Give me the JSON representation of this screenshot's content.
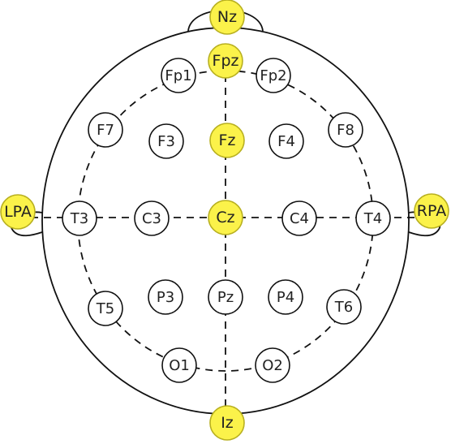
{
  "colors": {
    "line": "#111111",
    "electrode_fill": "#ffffff",
    "highlight_fill": "#fbf24a",
    "highlight_stroke": "#b8b020",
    "label": "#222222"
  },
  "electrodes": [
    {
      "id": "Nz",
      "label": "Nz",
      "highlight": true
    },
    {
      "id": "Fpz",
      "label": "Fpz",
      "highlight": true
    },
    {
      "id": "Fp1",
      "label": "Fp1",
      "highlight": false
    },
    {
      "id": "Fp2",
      "label": "Fp2",
      "highlight": false
    },
    {
      "id": "F7",
      "label": "F7",
      "highlight": false
    },
    {
      "id": "F3",
      "label": "F3",
      "highlight": false
    },
    {
      "id": "Fz",
      "label": "Fz",
      "highlight": true
    },
    {
      "id": "F4",
      "label": "F4",
      "highlight": false
    },
    {
      "id": "F8",
      "label": "F8",
      "highlight": false
    },
    {
      "id": "LPA",
      "label": "LPA",
      "highlight": true
    },
    {
      "id": "T3",
      "label": "T3",
      "highlight": false
    },
    {
      "id": "C3",
      "label": "C3",
      "highlight": false
    },
    {
      "id": "Cz",
      "label": "Cz",
      "highlight": true
    },
    {
      "id": "C4",
      "label": "C4",
      "highlight": false
    },
    {
      "id": "T4",
      "label": "T4",
      "highlight": false
    },
    {
      "id": "RPA",
      "label": "RPA",
      "highlight": true
    },
    {
      "id": "T5",
      "label": "T5",
      "highlight": false
    },
    {
      "id": "P3",
      "label": "P3",
      "highlight": false
    },
    {
      "id": "Pz",
      "label": "Pz",
      "highlight": false
    },
    {
      "id": "P4",
      "label": "P4",
      "highlight": false
    },
    {
      "id": "T6",
      "label": "T6",
      "highlight": false
    },
    {
      "id": "O1",
      "label": "O1",
      "highlight": false
    },
    {
      "id": "O2",
      "label": "O2",
      "highlight": false
    },
    {
      "id": "Iz",
      "label": "Iz",
      "highlight": true
    }
  ]
}
